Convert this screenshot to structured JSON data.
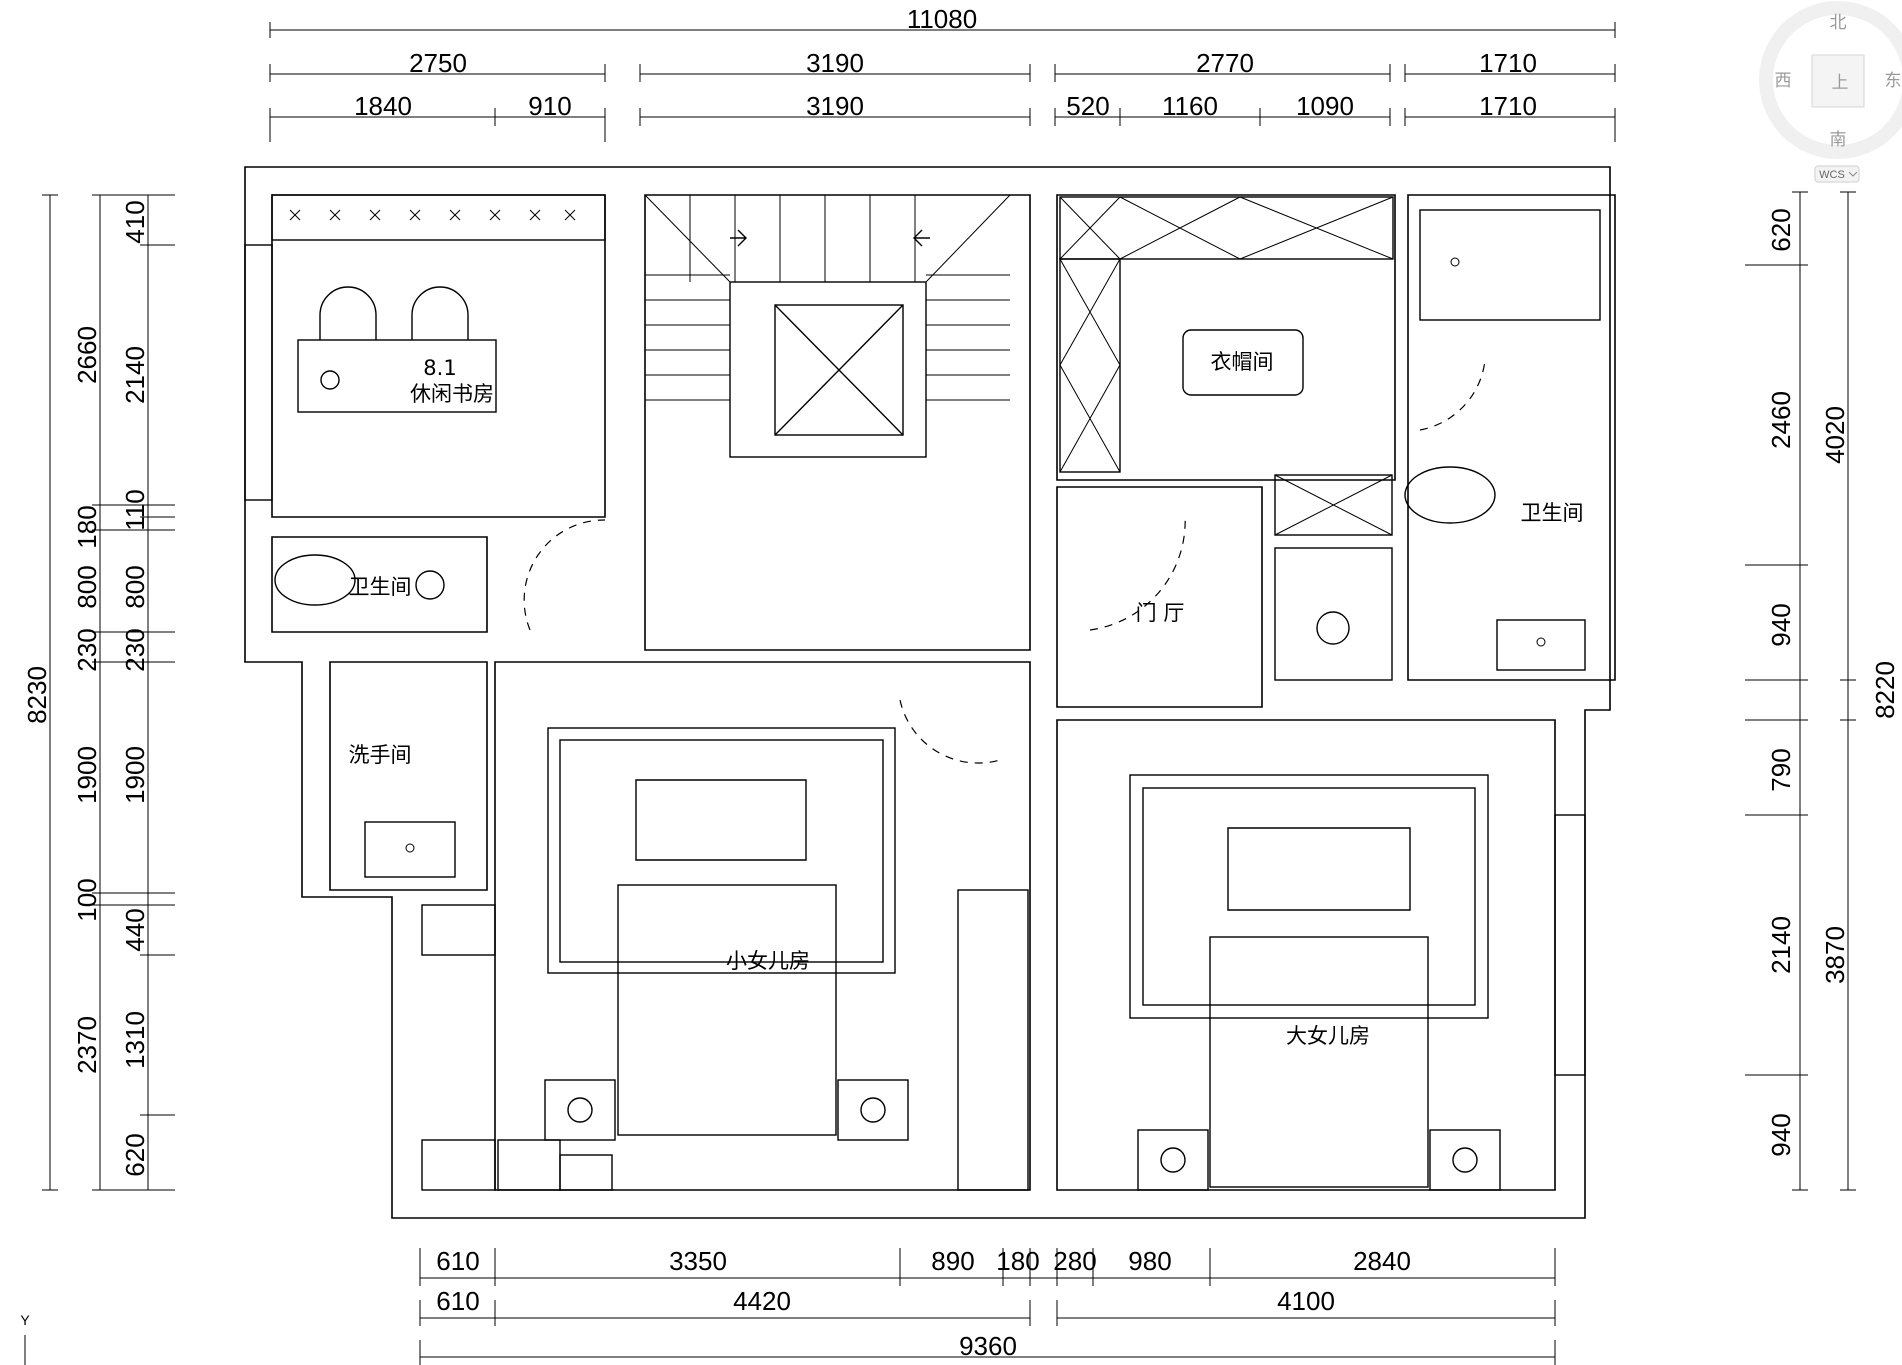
{
  "dimensions": {
    "top_overall": "11080",
    "top_row2": [
      "2750",
      "3190",
      "2770",
      "1710"
    ],
    "top_row3": [
      "1840",
      "910",
      "3190",
      "520",
      "1160",
      "1090",
      "1710"
    ],
    "left_overall": "8230",
    "left_row2": [
      "2660",
      "180",
      "800",
      "230",
      "1900",
      "100",
      "2370"
    ],
    "left_row3": [
      "410",
      "2140",
      "110",
      "800",
      "230",
      "1900",
      "440",
      "1310",
      "620"
    ],
    "right_overall": "8220",
    "right_row2": [
      "4020",
      "3870"
    ],
    "right_row3": [
      "620",
      "2460",
      "940",
      "790",
      "2140",
      "940"
    ],
    "bottom_row1": [
      "610",
      "3350",
      "890",
      "180",
      "280",
      "980",
      "2840"
    ],
    "bottom_row2": [
      "610",
      "4420",
      "4100"
    ],
    "bottom_overall": "9360"
  },
  "rooms": {
    "study_number": "8.1",
    "study": "休闲书房",
    "bath_left": "卫生间",
    "powder_room": "洗手间",
    "cloakroom": "衣帽间",
    "foyer": "门 厅",
    "bath_right": "卫生间",
    "small_daughter": "小女儿房",
    "big_daughter": "大女儿房"
  },
  "compass": {
    "north": "北",
    "south": "南",
    "east": "东",
    "west": "西",
    "center": "上",
    "wcs_label": "WCS"
  },
  "ucs": {
    "y_label": "Y"
  }
}
